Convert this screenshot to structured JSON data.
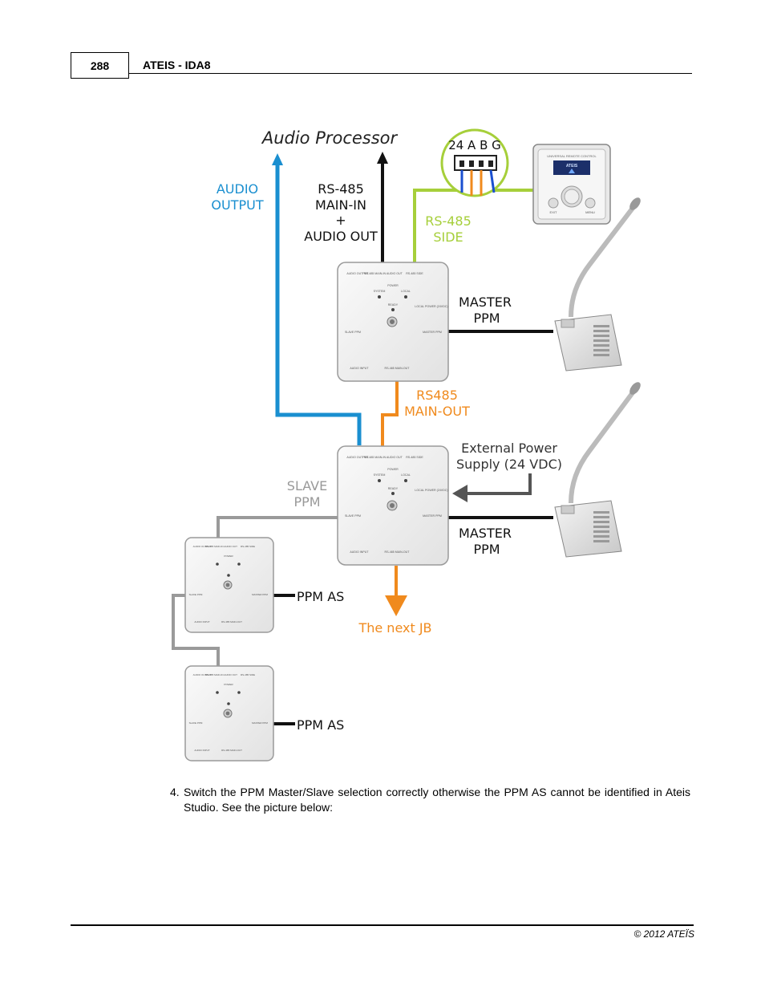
{
  "header": {
    "page_number": "288",
    "title": "ATEIS - IDA8"
  },
  "diagram": {
    "title": "Audio Processor",
    "audio_output": [
      "AUDIO",
      "OUTPUT"
    ],
    "rs485_main": [
      "RS-485",
      "MAIN-IN",
      "+",
      "AUDIO OUT"
    ],
    "connector": "24 A B G",
    "rs485_side": [
      "RS-485",
      "SIDE"
    ],
    "remote_panel_header": "UNIVERSAL REMOTE CONTROL",
    "remote_panel_logo": "ATEIS",
    "remote_panel_exit": "EXIT",
    "remote_panel_menu": "MENU",
    "master_ppm_1": [
      "MASTER",
      "PPM"
    ],
    "rs485_main_out": [
      "RS485",
      "MAIN-OUT"
    ],
    "external_power": [
      "External Power",
      "Supply (24 VDC)"
    ],
    "slave_ppm": [
      "SLAVE",
      "PPM"
    ],
    "master_ppm_2": [
      "MASTER",
      "PPM"
    ],
    "next_jb": "The next JB",
    "ppm_as_1": "PPM AS",
    "ppm_as_2": "PPM AS",
    "jb_labels": {
      "audio_output": "AUDIO OUTPUT",
      "rs485_main_in": "RS-485 MAIN-IN AUDIO OUT",
      "rs485_side": "RS-485 SIDE",
      "power": "POWER",
      "system": "SYSTEM",
      "local": "LOCAL",
      "ready": "READY",
      "local_power": "LOCAL POWER (24VDC)",
      "slave_ppm": "SLAVE PPM",
      "master_ppm": "MASTER PPM",
      "audio_input": "AUDIO INPUT",
      "rs485_main_out": "RS-485 MAIN-OUT"
    },
    "colors": {
      "blue": "#1a8fd0",
      "black": "#111111",
      "green": "#a6cf3a",
      "orange": "#f08a1d",
      "gray": "#9a9a9a"
    }
  },
  "body": {
    "step_number": "4.",
    "step_text": "Switch the PPM Master/Slave selection correctly otherwise the PPM AS cannot be identified in Ateis Studio. See the picture below:"
  },
  "footer": {
    "copyright": "© 2012 ATEÏS"
  }
}
